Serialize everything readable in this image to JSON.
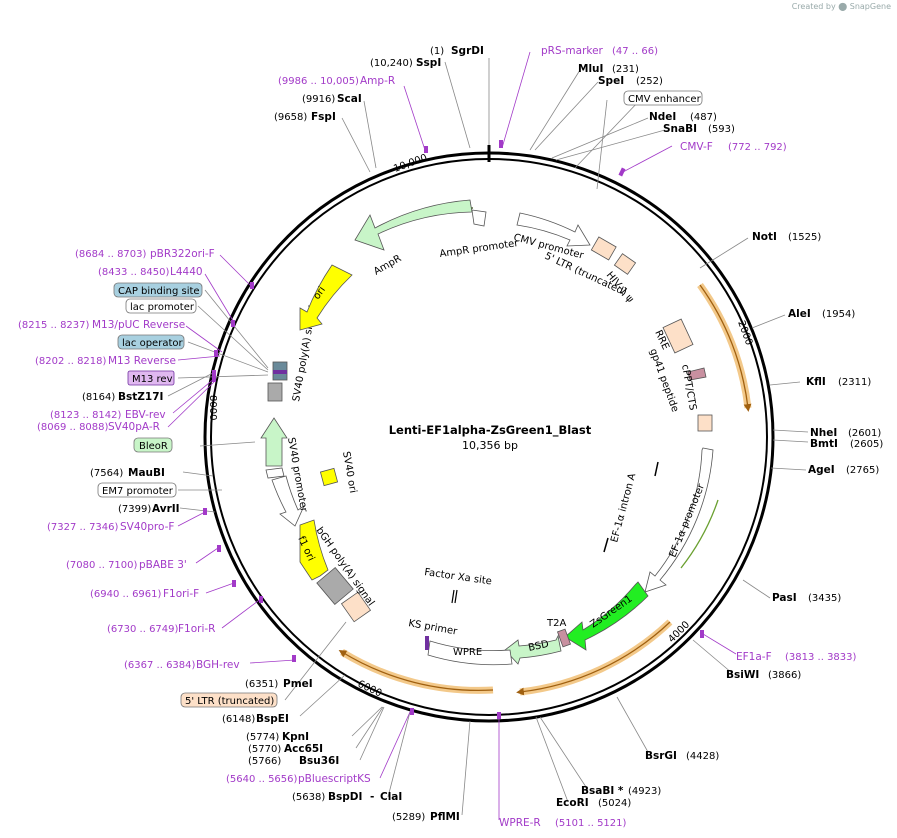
{
  "brand": "Created by ⬤ SnapGene",
  "plasmid": {
    "name": "Lenti-EF1alpha-ZsGreen1_Blast",
    "size": "10,356 bp"
  },
  "ticks": [
    "10,000",
    "2000",
    "4000",
    "6000",
    "8000"
  ],
  "enzymes": [
    {
      "name": "SgrDI",
      "pos": "(1)"
    },
    {
      "name": "SspI",
      "pos": "(10,240)"
    },
    {
      "name": "ScaI",
      "pos": "(9916)"
    },
    {
      "name": "FspI",
      "pos": "(9658)"
    },
    {
      "name": "MluI",
      "pos": "(231)"
    },
    {
      "name": "SpeI",
      "pos": "(252)"
    },
    {
      "name": "NdeI",
      "pos": "(487)"
    },
    {
      "name": "SnaBI",
      "pos": "(593)"
    },
    {
      "name": "NotI",
      "pos": "(1525)"
    },
    {
      "name": "AleI",
      "pos": "(1954)"
    },
    {
      "name": "KflI",
      "pos": "(2311)"
    },
    {
      "name": "NheI",
      "pos": "(2601)"
    },
    {
      "name": "BmtI",
      "pos": "(2605)"
    },
    {
      "name": "AgeI",
      "pos": "(2765)"
    },
    {
      "name": "PasI",
      "pos": "(3435)"
    },
    {
      "name": "BsiWI",
      "pos": "(3866)"
    },
    {
      "name": "BsrGI",
      "pos": "(4428)"
    },
    {
      "name": "BsaBI *",
      "pos": "(4923)"
    },
    {
      "name": "EcoRI",
      "pos": "(5024)"
    },
    {
      "name": "PflMI",
      "pos": "(5289)"
    },
    {
      "name": "BspDI",
      "pos": "(5638)"
    },
    {
      "name": "ClaI",
      "pos": ""
    },
    {
      "name": "Bsu36I",
      "pos": "(5766)"
    },
    {
      "name": "Acc65I",
      "pos": "(5770)"
    },
    {
      "name": "KpnI",
      "pos": "(5774)"
    },
    {
      "name": "BspEI",
      "pos": "(6148)"
    },
    {
      "name": "PmeI",
      "pos": "(6351)"
    },
    {
      "name": "AvrII",
      "pos": "(7399)"
    },
    {
      "name": "MauBI",
      "pos": "(7564)"
    },
    {
      "name": "BstZ17I",
      "pos": "(8164)"
    }
  ],
  "primers": [
    {
      "name": "pRS-marker",
      "pos": "(47 .. 66)"
    },
    {
      "name": "Amp-R",
      "pos": "(9986 .. 10,005)"
    },
    {
      "name": "CMV-F",
      "pos": "(772 .. 792)"
    },
    {
      "name": "pBR322ori-F",
      "pos": "(8684 .. 8703)"
    },
    {
      "name": "L4440",
      "pos": "(8433 .. 8450)"
    },
    {
      "name": "M13/pUC Reverse",
      "pos": "(8215 .. 8237)"
    },
    {
      "name": "M13 Reverse",
      "pos": "(8202 .. 8218)"
    },
    {
      "name": "EBV-rev",
      "pos": "(8123 .. 8142)"
    },
    {
      "name": "SV40pA-R",
      "pos": "(8069 .. 8088)"
    },
    {
      "name": "SV40pro-F",
      "pos": "(7327 .. 7346)"
    },
    {
      "name": "pBABE 3'",
      "pos": "(7080 .. 7100)"
    },
    {
      "name": "F1ori-F",
      "pos": "(6940 .. 6961)"
    },
    {
      "name": "F1ori-R",
      "pos": "(6730 .. 6749)"
    },
    {
      "name": "BGH-rev",
      "pos": "(6367 .. 6384)"
    },
    {
      "name": "pBluescriptKS",
      "pos": "(5640 .. 5656)"
    },
    {
      "name": "WPRE-R",
      "pos": "(5101 .. 5121)"
    },
    {
      "name": "EF1a-F",
      "pos": "(3813 .. 3833)"
    }
  ],
  "boxed_features": [
    {
      "name": "CMV enhancer"
    },
    {
      "name": "CAP binding site"
    },
    {
      "name": "lac promoter"
    },
    {
      "name": "lac operator"
    },
    {
      "name": "M13 rev"
    },
    {
      "name": "BleoR"
    },
    {
      "name": "EM7 promoter"
    },
    {
      "name": "5' LTR (truncated)"
    }
  ],
  "inner_features": {
    "ampr": "AmpR",
    "ampr_promoter": "AmpR promoter",
    "cmv_promoter": "CMV promoter",
    "ltr5": "5' LTR (truncated)",
    "hiv_psi": "HIV-1 ψ",
    "rre": "RRE",
    "gp41": "gp41 peptide",
    "cppt": "cPPT/CTS",
    "ef1a_intron": "EF-1α intron A",
    "ef1a_promoter": "EF-1α promoter",
    "zsgreen": "ZsGreen1",
    "t2a": "T2A",
    "bsd": "BSD",
    "wpre": "WPRE",
    "ks_primer": "KS primer",
    "factor_xa": "Factor Xa site",
    "bgh": "bGH poly(A) signal",
    "f1ori": "f1 ori",
    "sv40_promoter": "SV40 promoter",
    "sv40_ori": "SV40 ori",
    "sv40_polya": "SV40 poly(A) signal",
    "ori": "ori"
  },
  "colors": {
    "primer": "#a23ac8",
    "ampr": "#c8f5c8",
    "ori": "#ffff00",
    "zsgreen": "#22ee22",
    "peach": "#fde0c8",
    "orf_line": "#e8a040",
    "lac_operator": "#a8d0e0"
  }
}
